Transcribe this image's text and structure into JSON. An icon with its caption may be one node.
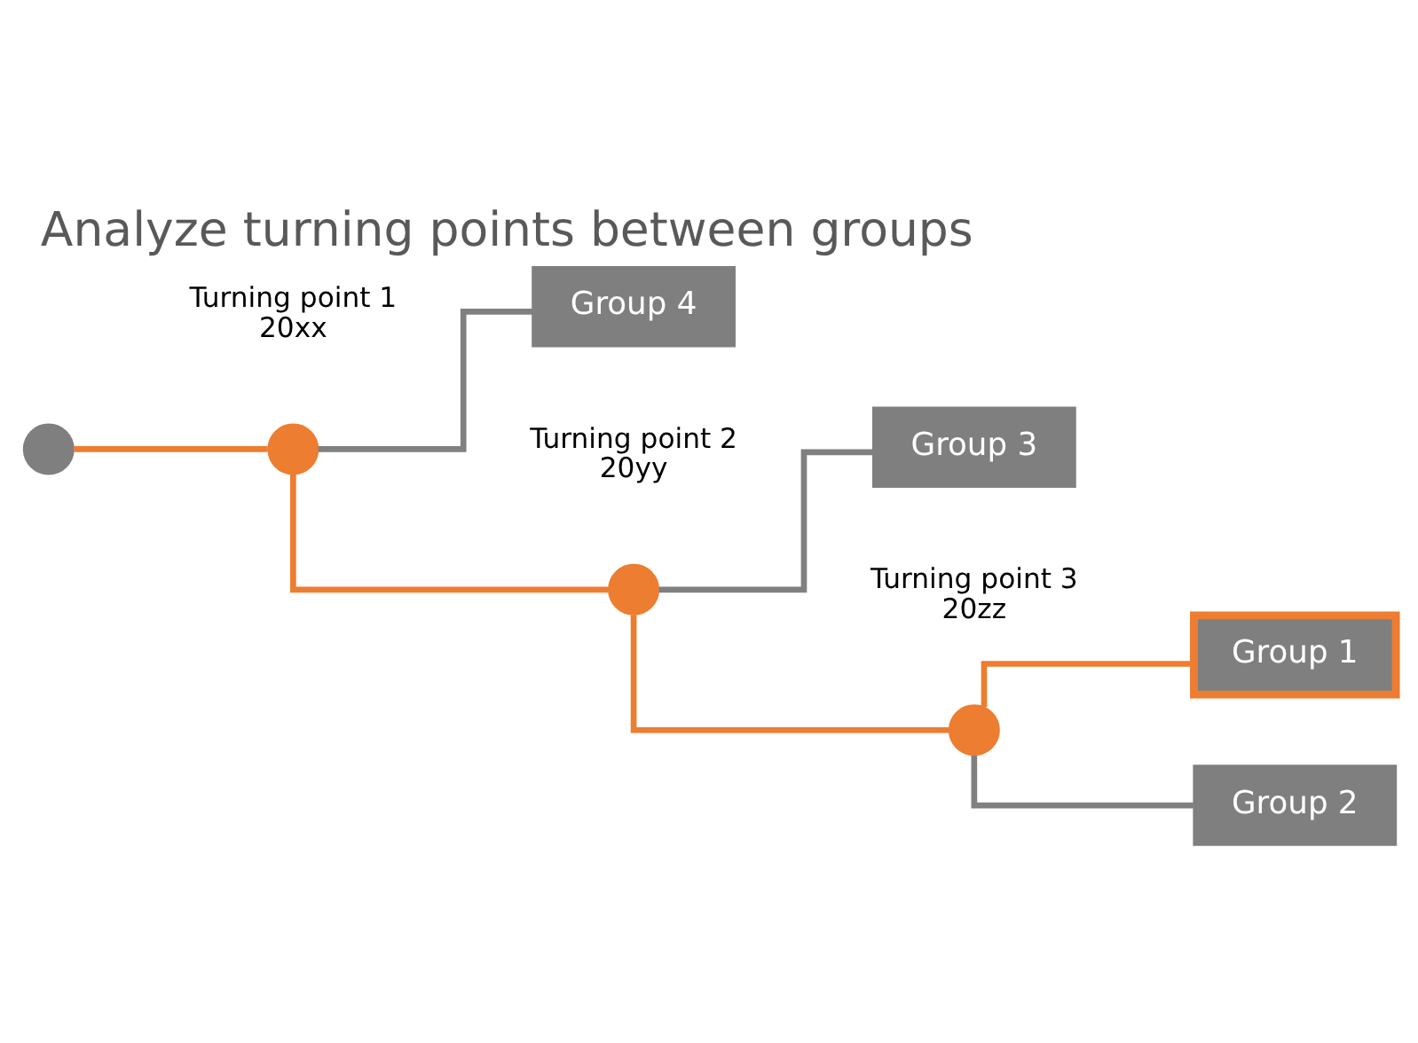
{
  "diagram": {
    "title": "Analyze turning points between groups",
    "nodes": [
      {
        "text": [],
        "shape": "circle"
      },
      {
        "text": [],
        "shape": "circle",
        "beside": [
          "Turning point 1",
          "20xx"
        ]
      },
      {
        "text": [],
        "shape": "circle",
        "beside": [
          "Turning point 2",
          "20yy"
        ]
      },
      {
        "text": [],
        "shape": "circle",
        "beside": [
          "Turning point 3",
          "20zz"
        ]
      },
      {
        "text": [
          "Group 1"
        ]
      },
      {
        "text": [
          "Group 2"
        ]
      },
      {
        "text": [
          "Group 3"
        ]
      },
      {
        "text": [
          "Group 4"
        ]
      }
    ],
    "edges": [
      {
        "from": 0,
        "to": 1,
        "arrow": "none"
      },
      {
        "from": 1,
        "to": 2,
        "arrow": "none"
      },
      {
        "from": 2,
        "to": 3,
        "arrow": "none"
      },
      {
        "from": 3,
        "to": 4,
        "arrow": "none"
      },
      {
        "from": 3,
        "to": 5,
        "arrow": "none",
        "color": "#808080"
      },
      {
        "from": 2,
        "to": 6,
        "arrow": "none",
        "color": "#808080"
      },
      {
        "from": 1,
        "to": 7,
        "arrow": "none",
        "color": "#808080"
      }
    ]
  }
}
